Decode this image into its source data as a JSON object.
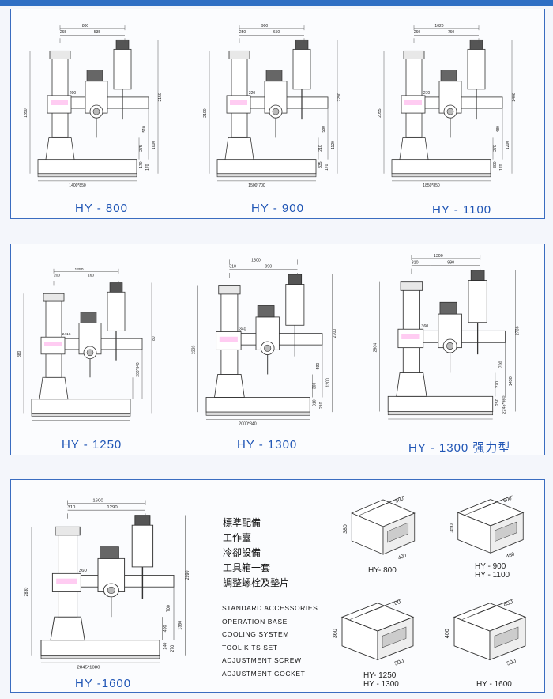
{
  "row1": {
    "models": [
      {
        "label": "HY - 800",
        "dims": [
          "800",
          "265",
          "535",
          "200",
          "1850",
          "2150",
          "510",
          "1000",
          "275",
          "170",
          "170",
          "1400*850"
        ]
      },
      {
        "label": "HY - 900",
        "dims": [
          "900",
          "250",
          "650",
          "220",
          "2100",
          "2290",
          "580",
          "1120",
          "210",
          "335",
          "170",
          "1500*700"
        ]
      },
      {
        "label": "HY - 1100",
        "dims": [
          "1020",
          "260",
          "760",
          "270",
          "2055",
          "2406",
          "480",
          "1200",
          "270",
          "300",
          "170",
          "1850*850"
        ]
      }
    ]
  },
  "row2": {
    "models": [
      {
        "label": "HY - 1250",
        "dims": [
          "1250",
          "200",
          "160",
          "2416",
          "380",
          "80",
          "200*840"
        ]
      },
      {
        "label": "HY - 1300",
        "dims": [
          "1300",
          "310",
          "990",
          "340",
          "2220",
          "2700",
          "590",
          "1200",
          "300",
          "310",
          "210",
          "2000*840"
        ]
      },
      {
        "label": "HY - 1300 强力型",
        "dims": [
          "1300",
          "310",
          "990",
          "360",
          "2804",
          "2736",
          "700",
          "1430",
          "270",
          "250",
          "2245*980"
        ]
      }
    ]
  },
  "row3": {
    "model": {
      "label": "HY -1600",
      "dims": [
        "1600",
        "310",
        "1290",
        "360",
        "2830",
        "2990",
        "700",
        "1330",
        "400",
        "240",
        "270",
        "2845*1080"
      ]
    },
    "accessories_cn": [
      "標準配備",
      "工作臺",
      "冷卻設備",
      "工具箱一套",
      "調整螺栓及墊片"
    ],
    "accessories_en": [
      "STANDARD ACCESSORIES",
      "OPERATION BASE",
      "COOLING SYSTEM",
      "TOOL KITS SET",
      "ADJUSTMENT SCREW",
      "ADJUSTMENT GOCKET"
    ],
    "tables": [
      {
        "label": "HY- 800",
        "dims": [
          "500",
          "380",
          "400"
        ]
      },
      {
        "label": "HY - 900\nHY - 1100",
        "dims": [
          "600",
          "350",
          "450"
        ]
      },
      {
        "label": "HY- 1250\nHY - 1300",
        "dims": [
          "700",
          "360",
          "500"
        ]
      },
      {
        "label": "HY - 1600",
        "dims": [
          "850",
          "400",
          "500"
        ]
      }
    ]
  }
}
